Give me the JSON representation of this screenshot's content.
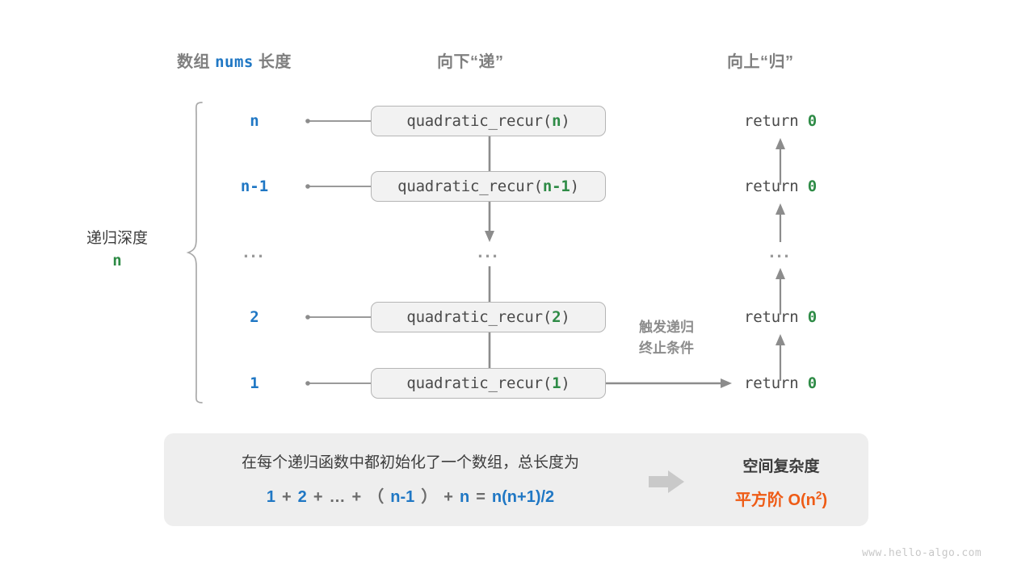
{
  "headers": {
    "left_prefix": "数组",
    "left_mono": "nums",
    "left_suffix": "长度",
    "middle": "向下“递”",
    "right": "向上“归”"
  },
  "depth": {
    "label": "递归深度",
    "value": "n"
  },
  "rows": [
    {
      "size": "n",
      "call_prefix": "quadratic_recur(",
      "call_arg": "n",
      "call_suffix": ")",
      "ret_text": "return ",
      "ret_value": "0",
      "type": "node"
    },
    {
      "size": "n-1",
      "call_prefix": "quadratic_recur(",
      "call_arg": "n-1",
      "call_suffix": ")",
      "ret_text": "return ",
      "ret_value": "0",
      "type": "node"
    },
    {
      "size": "...",
      "call_prefix": "",
      "call_arg": "",
      "call_suffix": "",
      "ret_text": "...",
      "ret_value": "",
      "type": "ellipsis"
    },
    {
      "size": "2",
      "call_prefix": "quadratic_recur(",
      "call_arg": "2",
      "call_suffix": ")",
      "ret_text": "return ",
      "ret_value": "0",
      "type": "node"
    },
    {
      "size": "1",
      "call_prefix": "quadratic_recur(",
      "call_arg": "1",
      "call_suffix": ")",
      "ret_text": "return ",
      "ret_value": "0",
      "type": "node"
    }
  ],
  "trigger_note": {
    "line1": "触发递归",
    "line2": "终止条件"
  },
  "summary": {
    "description": "在每个递归函数中都初始化了一个数组，总长度为",
    "formula_parts": [
      {
        "t": "1",
        "c": "b"
      },
      {
        "t": "+",
        "c": "op"
      },
      {
        "t": "2",
        "c": "b"
      },
      {
        "t": "+",
        "c": "op"
      },
      {
        "t": "…",
        "c": "op"
      },
      {
        "t": "+",
        "c": "op"
      },
      {
        "t": "（",
        "c": "op"
      },
      {
        "t": "n-1",
        "c": "b"
      },
      {
        "t": "）",
        "c": "op"
      },
      {
        "t": "+",
        "c": "op"
      },
      {
        "t": "n",
        "c": "b"
      },
      {
        "t": "=",
        "c": "op"
      },
      {
        "t": "n(n+1)/2",
        "c": "b"
      }
    ],
    "result_title": "空间复杂度",
    "result_prefix": "平方阶",
    "result_notation": "O(n",
    "result_exponent": "2",
    "result_close": ")"
  },
  "watermark": "www.hello-algo.com",
  "colors": {
    "blue": "#1f77c4",
    "green": "#2e8b46",
    "orange": "#ee5b15",
    "gray_text": "#7f7f7f",
    "dark": "#3c3c3c",
    "arrow": "#8c8c8c",
    "box_fill": "#f2f2f2",
    "box_border": "#b5b5b5",
    "panel": "#eeeeee"
  }
}
